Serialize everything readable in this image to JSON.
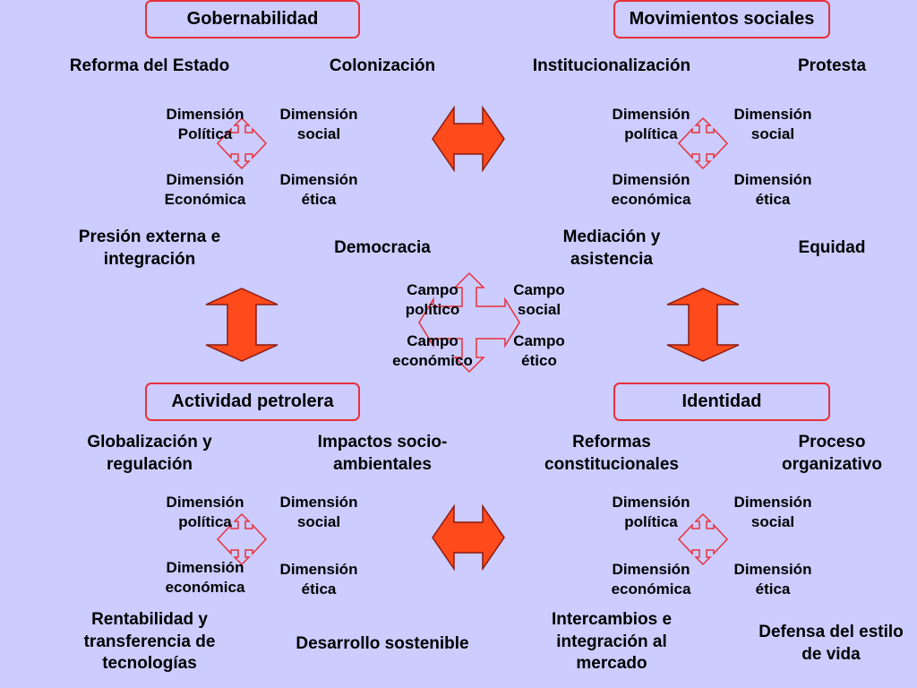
{
  "boxes": {
    "gobernabilidad": "Gobernabilidad",
    "movimientos": "Movimientos sociales",
    "actividad": "Actividad petrolera",
    "identidad": "Identidad"
  },
  "top_left": {
    "h1": "Reforma del Estado",
    "h2": "Colonización",
    "d1": [
      "Dimensión",
      "Política"
    ],
    "d2": [
      "Dimensión",
      "social"
    ],
    "d3": [
      "Dimensión",
      "Económica"
    ],
    "d4": [
      "Dimensión",
      "ética"
    ]
  },
  "top_right": {
    "h1": "Institucionalización",
    "h2": "Protesta",
    "d1": [
      "Dimensión",
      "política"
    ],
    "d2": [
      "Dimensión",
      "social"
    ],
    "d3": [
      "Dimensión",
      "económica"
    ],
    "d4": [
      "Dimensión",
      "ética"
    ]
  },
  "middle": {
    "presion": [
      "Presión externa e",
      "integración"
    ],
    "democracia": "Democracia",
    "mediacion": [
      "Mediación y",
      "asistencia"
    ],
    "equidad": "Equidad",
    "c1": [
      "Campo",
      "político"
    ],
    "c2": [
      "Campo",
      "social"
    ],
    "c3": [
      "Campo",
      "económico"
    ],
    "c4": [
      "Campo",
      "ético"
    ]
  },
  "bottom_left": {
    "h1": [
      "Globalización y",
      "regulación"
    ],
    "h2": [
      "Impactos socio-",
      "ambientales"
    ],
    "d1": [
      "Dimensión",
      "política"
    ],
    "d2": [
      "Dimensión",
      "social"
    ],
    "d3": [
      "Dimensión",
      "económica"
    ],
    "d4": [
      "Dimensión",
      "ética"
    ],
    "f1": [
      "Rentabilidad y",
      "transferencia de",
      "tecnologías"
    ],
    "f2": "Desarrollo sostenible"
  },
  "bottom_right": {
    "h1": [
      "Reformas",
      "constitucionales"
    ],
    "h2": [
      "Proceso",
      "organizativo"
    ],
    "d1": [
      "Dimensión",
      "política"
    ],
    "d2": [
      "Dimensión",
      "social"
    ],
    "d3": [
      "Dimensión",
      "económica"
    ],
    "d4": [
      "Dimensión",
      "ética"
    ],
    "f1": [
      "Intercambios e",
      "integración al",
      "mercado"
    ],
    "f2": [
      "Defensa del estilo",
      "de vida"
    ]
  },
  "colors": {
    "background": "#ccccff",
    "accent": "#e8303a",
    "arrow_fill": "#ff4a1c"
  }
}
